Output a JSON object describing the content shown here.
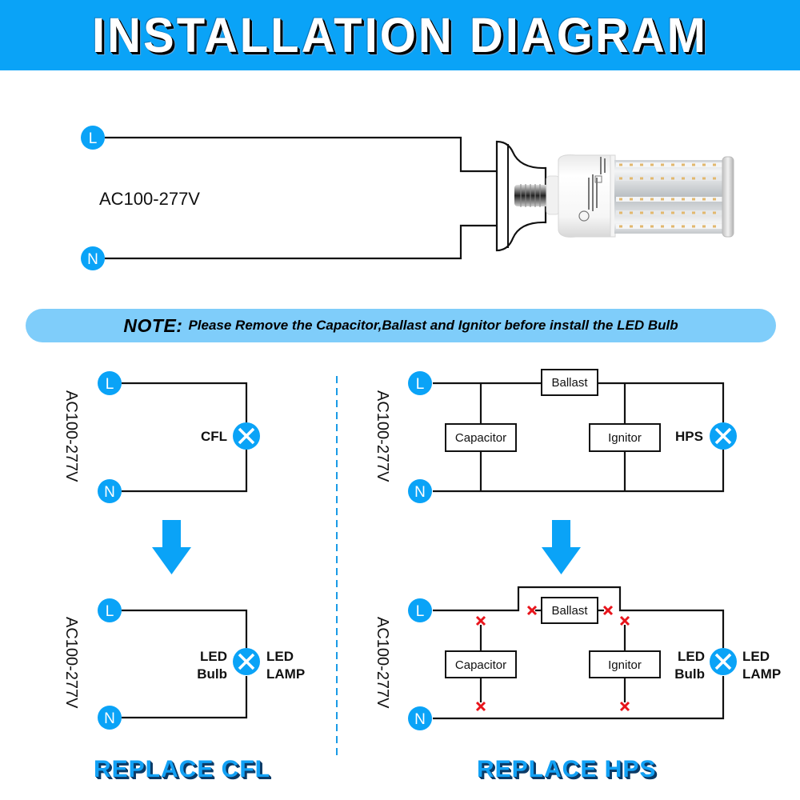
{
  "header": {
    "title": "INSTALLATION DIAGRAM",
    "background_color": "#0aa3f7"
  },
  "main_diagram": {
    "voltage_label": "AC100-277V",
    "terminals": [
      "L",
      "N"
    ],
    "device": "led-corn-bulb-in-socket"
  },
  "note": {
    "label": "NOTE:",
    "text": "Please Remove the Capacitor,Ballast and Ignitor before install the LED Bulb"
  },
  "cfl_section": {
    "before": {
      "voltage_label": "AC100-277V",
      "terminals": [
        "L",
        "N"
      ],
      "lamp_label": "CFL"
    },
    "after": {
      "voltage_label": "AC100-277V",
      "terminals": [
        "L",
        "N"
      ],
      "lamp_label_left_line1": "LED",
      "lamp_label_left_line2": "Bulb",
      "lamp_label_right_line1": "LED",
      "lamp_label_right_line2": "LAMP"
    },
    "title": "REPLACE CFL"
  },
  "hps_section": {
    "before": {
      "voltage_label": "AC100-277V",
      "terminals": [
        "L",
        "N"
      ],
      "components": [
        "Ballast",
        "Capacitor",
        "Ignitor"
      ],
      "lamp_label": "HPS"
    },
    "after": {
      "voltage_label": "AC100-277V",
      "terminals": [
        "L",
        "N"
      ],
      "components": [
        "Ballast",
        "Capacitor",
        "Ignitor"
      ],
      "lamp_label_left_line1": "LED",
      "lamp_label_left_line2": "Bulb",
      "lamp_label_right_line1": "LED",
      "lamp_label_right_line2": "LAMP",
      "removed_marker": "x"
    },
    "title": "REPLACE HPS"
  },
  "colors": {
    "accent_blue": "#0aa3f7",
    "note_blue": "#7fcdfa",
    "remove_red": "#e8141b",
    "wire": "#111111"
  }
}
